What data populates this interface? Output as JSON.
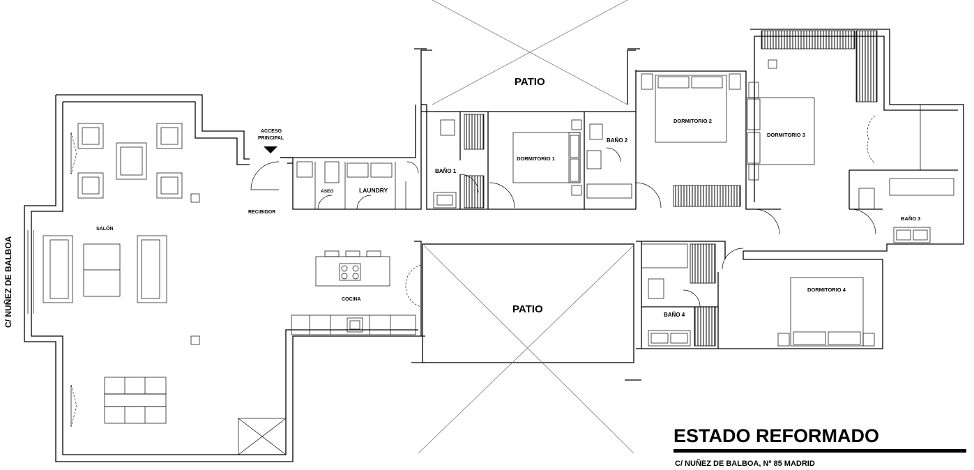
{
  "street": "C/ NUÑEZ DE BALBOA",
  "rooms": {
    "salon": "SALÓN",
    "cocina": "COCINA",
    "recibidor": "RECIBIDOR",
    "acceso": "ACCESO",
    "principal": "PRINCIPAL",
    "aseo": "ASEO",
    "laundry": "LAUNDRY",
    "bano1": "BAÑO 1",
    "bano2": "BAÑO 2",
    "bano3": "BAÑO 3",
    "bano4": "BAÑO 4",
    "dormitorio1": "DORMITORIO 1",
    "dormitorio2": "DORMITORIO 2",
    "dormitorio3": "DORMITORIO 3",
    "dormitorio4": "DORMITORIO 4",
    "patio_top": "PATIO",
    "patio_bottom": "PATIO"
  },
  "title": {
    "main": "ESTADO REFORMADO",
    "address": "C/ NUÑEZ DE BALBOA, Nº 85 MADRID"
  }
}
